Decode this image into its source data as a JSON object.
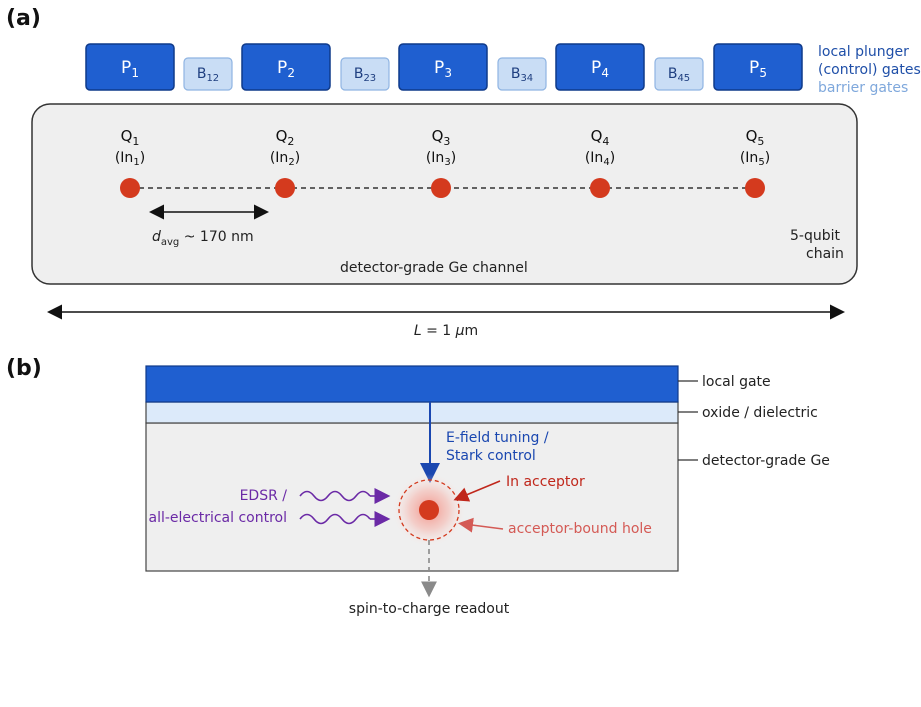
{
  "panel_a": {
    "label": "(a)",
    "plunger_gates": [
      {
        "main": "P",
        "sub": "1"
      },
      {
        "main": "P",
        "sub": "2"
      },
      {
        "main": "P",
        "sub": "3"
      },
      {
        "main": "P",
        "sub": "4"
      },
      {
        "main": "P",
        "sub": "5"
      }
    ],
    "barrier_gates": [
      {
        "main": "B",
        "sub": "12"
      },
      {
        "main": "B",
        "sub": "23"
      },
      {
        "main": "B",
        "sub": "34"
      },
      {
        "main": "B",
        "sub": "45"
      }
    ],
    "legend": {
      "plunger_line1": "local plunger",
      "plunger_line2": "(control) gates",
      "barrier": "barrier gates"
    },
    "qubits": [
      {
        "q_main": "Q",
        "q_sub": "1",
        "in_open": "(In",
        "in_sub": "1",
        "in_close": ")"
      },
      {
        "q_main": "Q",
        "q_sub": "2",
        "in_open": "(In",
        "in_sub": "2",
        "in_close": ")"
      },
      {
        "q_main": "Q",
        "q_sub": "3",
        "in_open": "(In",
        "in_sub": "3",
        "in_close": ")"
      },
      {
        "q_main": "Q",
        "q_sub": "4",
        "in_open": "(In",
        "in_sub": "4",
        "in_close": ")"
      },
      {
        "q_main": "Q",
        "q_sub": "5",
        "in_open": "(In",
        "in_sub": "5",
        "in_close": ")"
      }
    ],
    "spacing": {
      "symbol": "d",
      "sub": "avg",
      "value": " ~ 170 nm"
    },
    "channel_label": "detector-grade Ge channel",
    "chain_line1": "5-qubit",
    "chain_line2": "chain",
    "length": {
      "symbol": "L",
      "value": " = 1 ",
      "unit_greek": "μ",
      "unit": "m"
    }
  },
  "panel_b": {
    "label": "(b)",
    "layers": {
      "gate": "local gate",
      "oxide": "oxide / dielectric",
      "ge": "detector-grade Ge"
    },
    "efield_line1": "E-field tuning /",
    "efield_line2": "Stark control",
    "acceptor": "In acceptor",
    "hole": "acceptor-bound hole",
    "edsr_line1": "EDSR /",
    "edsr_line2": "all-electrical control",
    "readout": "spin-to-charge readout"
  },
  "colors": {
    "plunger_fill": "#1f5fd0",
    "barrier_fill": "#c9ddf5",
    "qubit_red": "#d43a1e",
    "channel_fill": "#efefef",
    "efield_blue": "#1a47b0",
    "edsr_purple": "#6b2aa6"
  }
}
